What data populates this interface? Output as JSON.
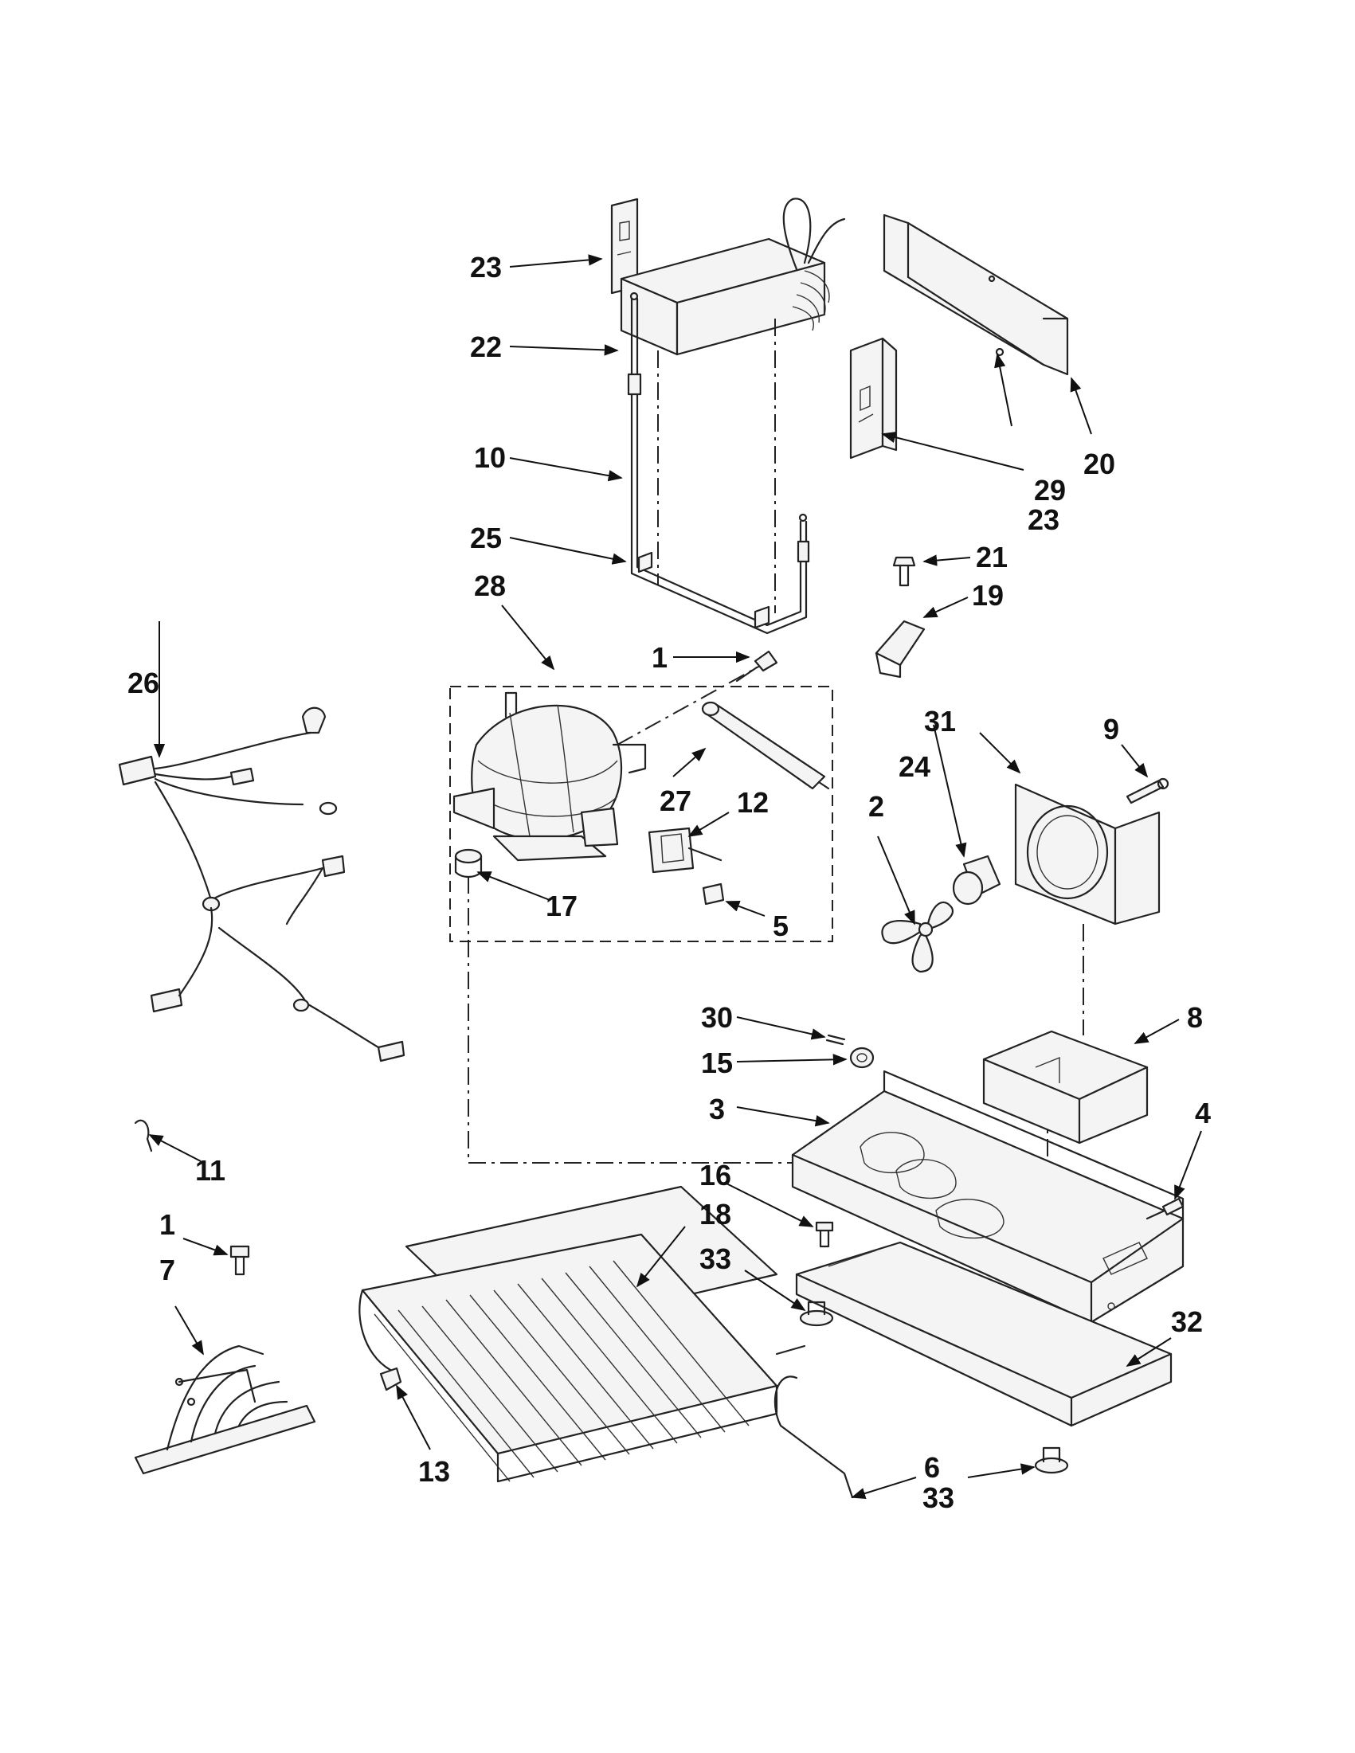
{
  "callouts": {
    "n1a": "1",
    "n1b": "1",
    "n2": "2",
    "n3": "3",
    "n4": "4",
    "n5": "5",
    "n6": "6",
    "n7": "7",
    "n8": "8",
    "n9": "9",
    "n10": "10",
    "n11": "11",
    "n12": "12",
    "n13": "13",
    "n15": "15",
    "n16": "16",
    "n17": "17",
    "n18": "18",
    "n19": "19",
    "n20": "20",
    "n21": "21",
    "n22": "22",
    "n23a": "23",
    "n23b": "23",
    "n24": "24",
    "n25": "25",
    "n26": "26",
    "n27": "27",
    "n28": "28",
    "n29": "29",
    "n30": "30",
    "n31": "31",
    "n32": "32",
    "n33a": "33",
    "n33b": "33"
  },
  "colors": {
    "line": "#222222",
    "background": "#ffffff"
  }
}
